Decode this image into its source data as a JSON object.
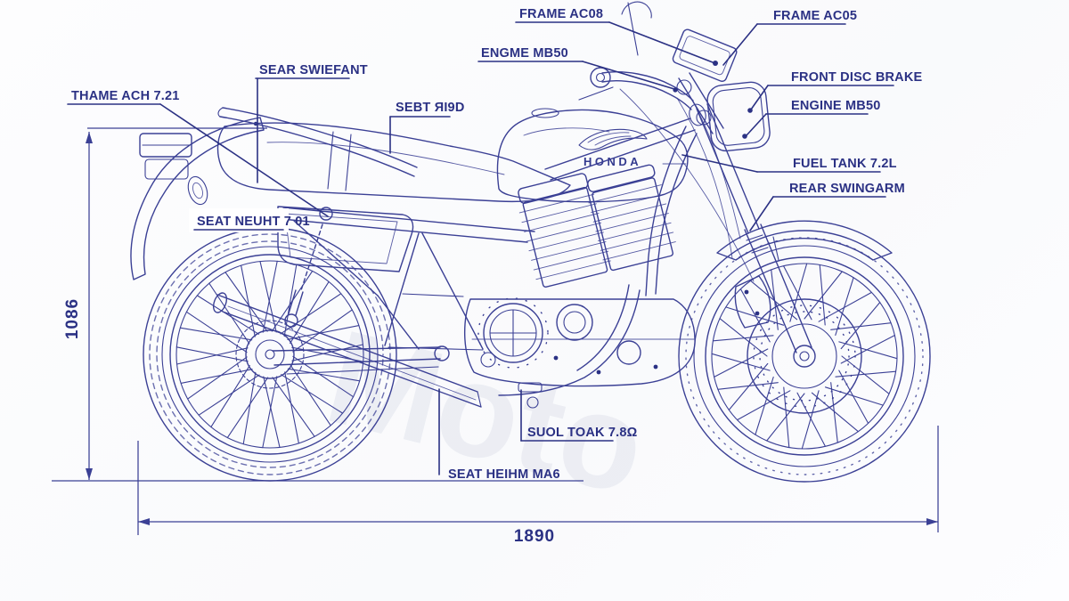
{
  "page": {
    "background": "#fcfdfe",
    "ink": "#3b4095",
    "label_ink": "#2b3184"
  },
  "watermark_text": "Moto",
  "tank_brand": "HONDA",
  "callouts": {
    "thame_ach": "THAME ACH 7.21",
    "sear_swiefant": "SEAR SWIEFANT",
    "sebt_ri9d": "SEBT ЯI9D",
    "frame_ac08": "FRAME AC08",
    "engme_mb50": "ENGME MB50",
    "frame_ac05": "FRAME AC05",
    "front_disc_brake": "FRONT DISC BRAKE",
    "engine_mb50": "ENGINE MB50",
    "fuel_tank": "FUEL TANK 7.2L",
    "rear_swingarm": "REAR SWINGARM",
    "seat_neuht": "SEAT NEUHT 7 01",
    "suol_toak": "SUOL TOAK 7.8Ω",
    "seat_heihm": "SEAT HEIHM MA6"
  },
  "dimensions": {
    "overall_length": "1890",
    "overall_height": "1086"
  }
}
